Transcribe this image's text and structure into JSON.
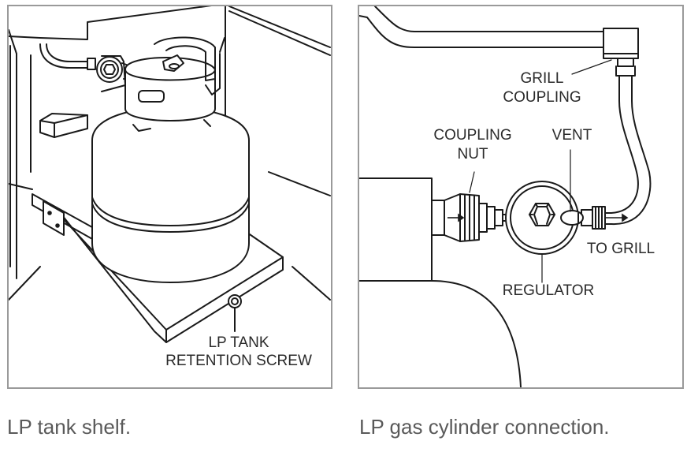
{
  "left_panel": {
    "label_line1": "LP TANK",
    "label_line2": "RETENTION SCREW",
    "caption": "LP tank shelf."
  },
  "right_panel": {
    "grill_coupling_line1": "GRILL",
    "grill_coupling_line2": "COUPLING",
    "coupling_nut_line1": "COUPLING",
    "coupling_nut_line2": "NUT",
    "vent": "VENT",
    "to_grill": "TO GRILL",
    "regulator": "REGULATOR",
    "caption": "LP gas cylinder connection."
  },
  "colors": {
    "line": "#1a1a1a",
    "frame": "#9a9a9a",
    "caption": "#5a5a5a"
  }
}
